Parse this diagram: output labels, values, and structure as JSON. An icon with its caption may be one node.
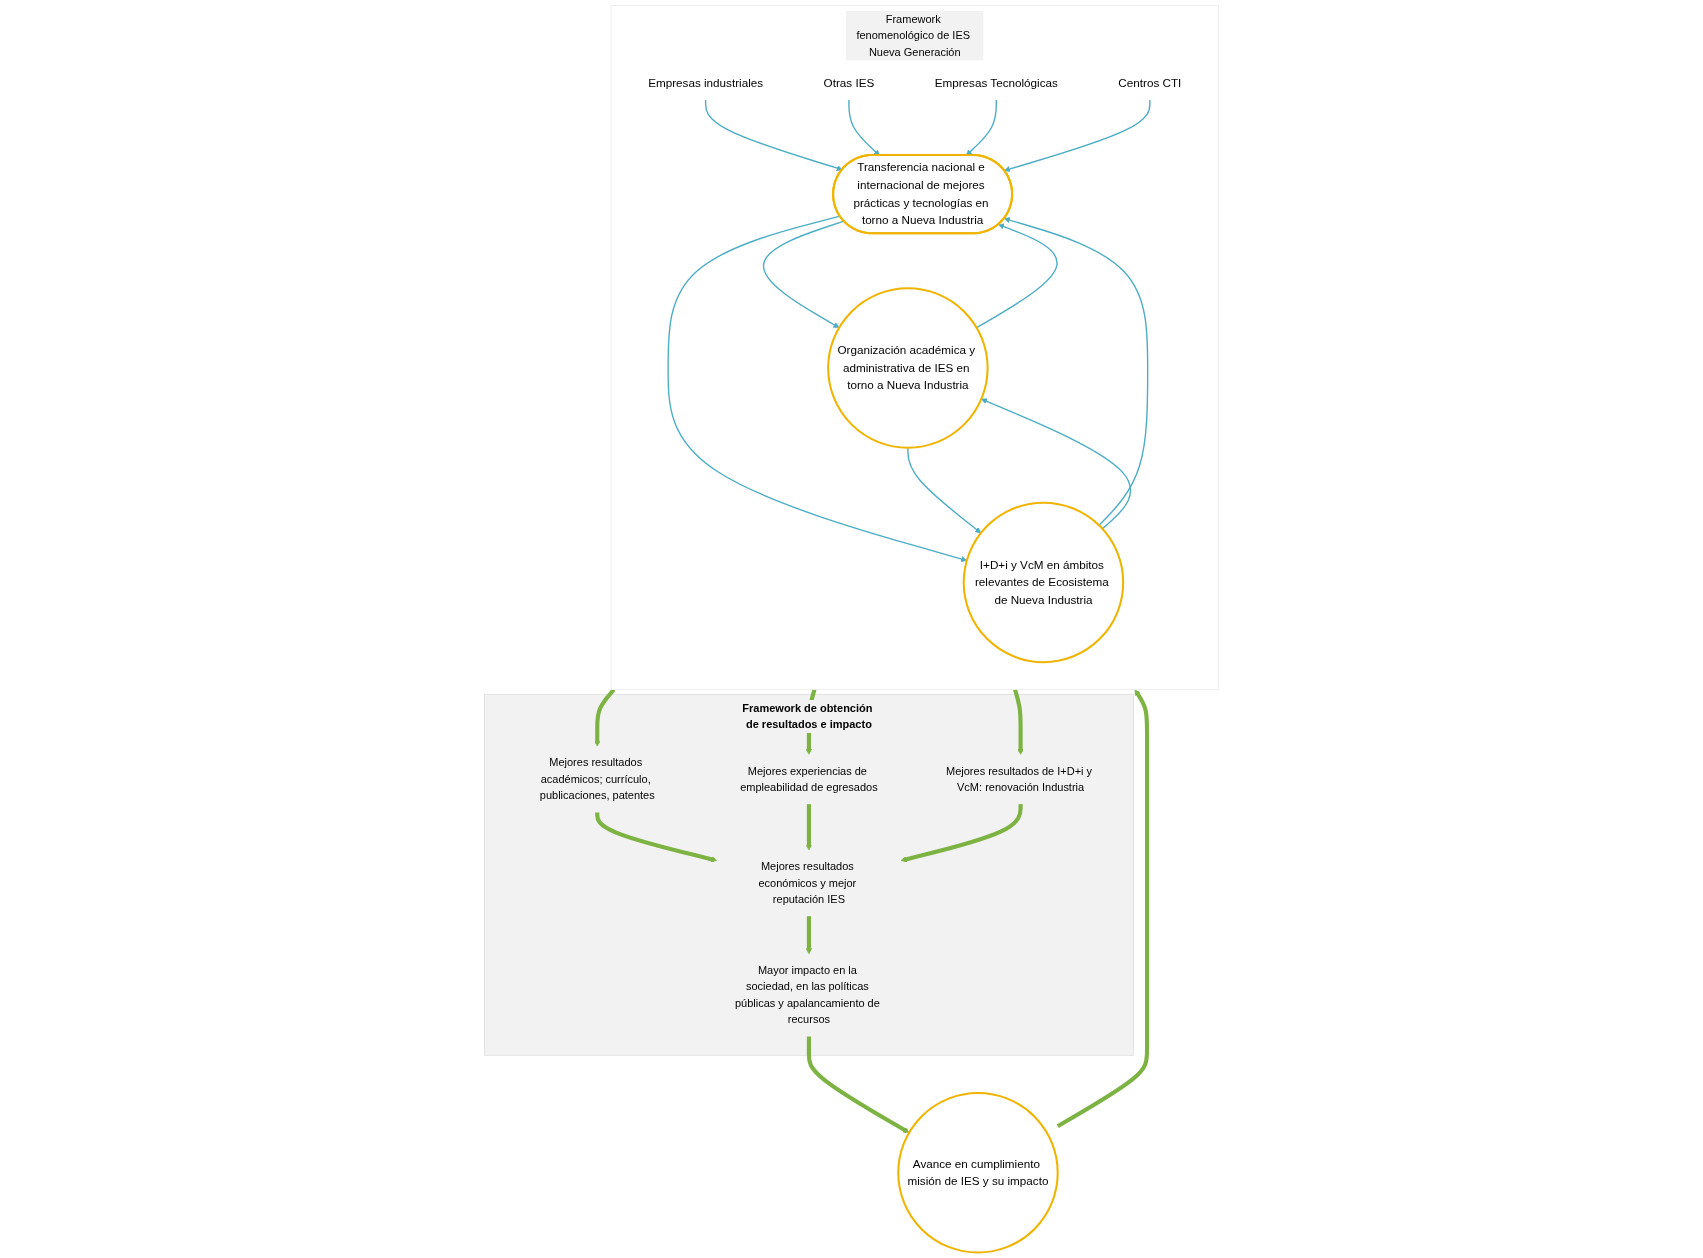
{
  "diagram": {
    "nodes": [
      {
        "text": [
          "Framework fenomenológico de IES Nueva Generación"
        ]
      },
      {
        "text": [
          "Empresas industriales"
        ],
        "in": 0
      },
      {
        "text": [
          "Otras IES"
        ],
        "in": 0
      },
      {
        "text": [
          "Empresas Tecnológicas"
        ],
        "in": 0
      },
      {
        "text": [
          "Centros CTI"
        ],
        "in": 0
      },
      {
        "text": [
          "Transferencia nacional e internacional de mejores prácticas y tecnologías en torno a Nueva Industria"
        ],
        "in": 0
      },
      {
        "text": [
          "Organización académica y administrativa de IES en torno a Nueva Industria"
        ],
        "in": 0
      },
      {
        "text": [
          "I+D+i y VcM en ámbitos relevantes de Ecosistema de Nueva Industria"
        ],
        "in": 0
      },
      {
        "text": [
          "Avance en cumplimiento misión de IES y su impacto"
        ]
      },
      {
        "text": [
          "Framework de obtención de resultados e impacto"
        ]
      },
      {
        "text": [
          "Mayor impacto en la sociedad, en las políticas públicas y apalancamiento de recursos"
        ],
        "in": 9
      },
      {
        "text": [
          "Mejores resultados académicos; currículo, publicaciones, patentes"
        ],
        "in": 9
      },
      {
        "text": [
          "Mejores experiencias de empleabilidad de egresados"
        ],
        "in": 9
      },
      {
        "text": [
          "Mejores resultados de I+D+i y VcM: renovación Industria"
        ],
        "in": 9
      },
      {
        "text": [
          "Mejores resultados económicos y mejor reputación IES"
        ],
        "in": 9
      }
    ],
    "edges": [
      {
        "from": 1,
        "to": 5,
        "arrow": "to"
      },
      {
        "from": 2,
        "to": 5,
        "arrow": "to"
      },
      {
        "from": 3,
        "to": 5,
        "arrow": "to"
      },
      {
        "from": 4,
        "to": 5,
        "arrow": "to"
      },
      {
        "from": 5,
        "to": 6,
        "arrow": "to"
      },
      {
        "from": 6,
        "to": 5,
        "arrow": "to"
      },
      {
        "from": 5,
        "to": 7,
        "arrow": "to"
      },
      {
        "from": 7,
        "to": 5,
        "arrow": "to"
      },
      {
        "from": 6,
        "to": 7,
        "arrow": "to"
      },
      {
        "from": 7,
        "to": 6,
        "arrow": "to"
      },
      {
        "from": 8,
        "to": 0,
        "arrow": "to",
        "style": "thick",
        "color": "#7cb342"
      },
      {
        "from": 0,
        "to": 11,
        "arrow": "to",
        "style": "thick",
        "color": "#7cb342"
      },
      {
        "from": 0,
        "to": 12,
        "arrow": "to",
        "style": "thick",
        "color": "#7cb342"
      },
      {
        "from": 0,
        "to": 13,
        "arrow": "to",
        "style": "thick",
        "color": "#7cb342"
      },
      {
        "from": 11,
        "to": 14,
        "arrow": "to",
        "style": "thick",
        "color": "#7cb342"
      },
      {
        "from": 12,
        "to": 14,
        "arrow": "to",
        "style": "thick",
        "color": "#7cb342"
      },
      {
        "from": 13,
        "to": 14,
        "arrow": "to",
        "style": "thick",
        "color": "#7cb342"
      },
      {
        "from": 14,
        "to": 10,
        "arrow": "to",
        "style": "thick",
        "color": "#7cb342"
      },
      {
        "from": 10,
        "to": 8,
        "arrow": "to",
        "style": "thick",
        "color": "#7cb342"
      }
    ]
  }
}
